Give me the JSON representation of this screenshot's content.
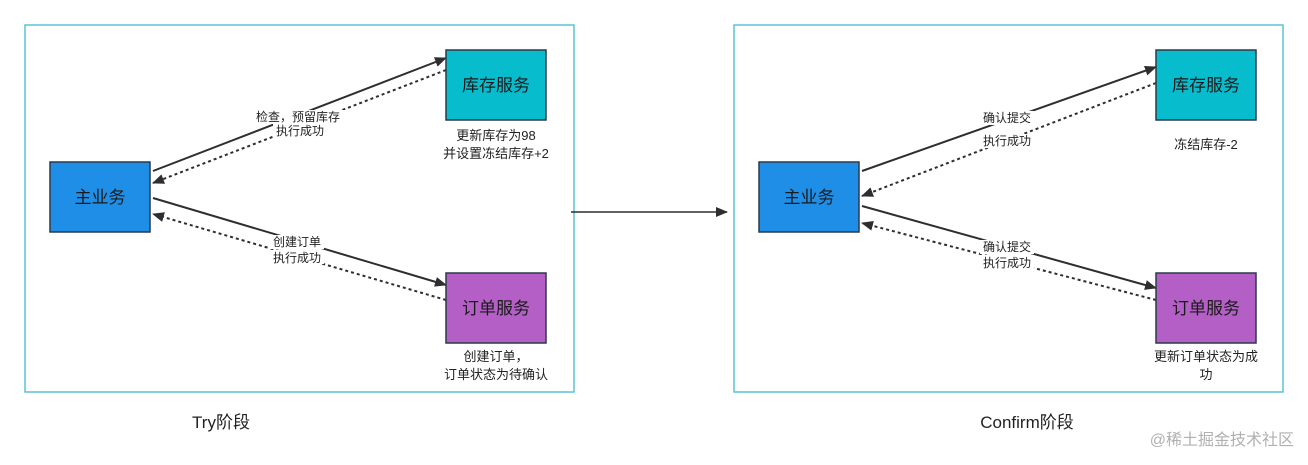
{
  "colors": {
    "frame": "#5bc3d6",
    "main_box": "#1f8ee6",
    "inventory_box": "#06bccd",
    "order_box": "#b35fc6",
    "edge": "#2e2e2e"
  },
  "try_phase": {
    "caption": "Try阶段",
    "main_box": "主业务",
    "inventory_box": "库存服务",
    "order_box": "订单服务",
    "inventory_note": [
      "更新库存为98",
      "并设置冻结库存+2"
    ],
    "order_note": [
      "创建订单，",
      "订单状态为待确认"
    ],
    "edge_request_inventory": "检查，预留库存",
    "edge_response_inventory": "执行成功",
    "edge_request_order": "创建订单",
    "edge_response_order": "执行成功"
  },
  "confirm_phase": {
    "caption": "Confirm阶段",
    "main_box": "主业务",
    "inventory_box": "库存服务",
    "order_box": "订单服务",
    "inventory_note": [
      "冻结库存-2"
    ],
    "order_note": [
      "更新订单状态为成",
      "功"
    ],
    "edge_request_inventory": "确认提交",
    "edge_response_inventory": "执行成功",
    "edge_request_order": "确认提交",
    "edge_response_order": "执行成功"
  },
  "watermark": "@稀土掘金技术社区"
}
